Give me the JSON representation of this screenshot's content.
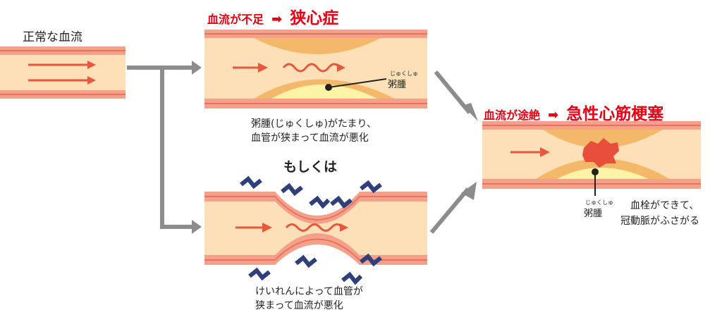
{
  "normal": {
    "label": "正常な血流"
  },
  "angina": {
    "cause": "血流が不足",
    "result": "狭心症",
    "plaque_label": "粥腫",
    "plaque_ruby": "じゅくしゅ",
    "caption_line1": "粥腫(じゅくしゅ)がたまり、",
    "caption_line2": "血管が狭まって血流が悪化"
  },
  "or_label": "もしくは",
  "spasm": {
    "caption_line1": "けいれんによって血管が",
    "caption_line2": "狭まって血流が悪化"
  },
  "infarction": {
    "cause": "血流が途絶",
    "result": "急性心筋梗塞",
    "plaque_label": "粥腫",
    "plaque_ruby": "じゅくしゅ",
    "caption_line1": "血栓ができて、",
    "caption_line2": "冠動脈がふさがる"
  },
  "colors": {
    "wall": "#f4a08a",
    "wall_edge": "#e8735c",
    "lumen": "#fde0b8",
    "plaque": "#f4b86a",
    "plaque_core": "#fff3a8",
    "arrow": "#e8563c",
    "thrombus": "#e84e3c",
    "connector": "#8c8c8c",
    "title_red": "#e60012",
    "spasm_zigzag": "#2e3f7a"
  }
}
